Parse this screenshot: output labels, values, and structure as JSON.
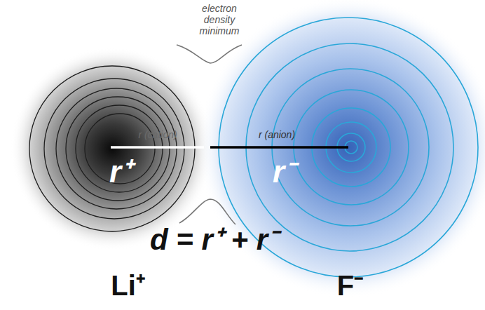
{
  "diagram": {
    "labels": [
      "electron density minimum",
      "r (cation)",
      "r (anion)",
      "r⁺",
      "r⁻",
      "d = r⁺ + r⁻",
      "Li⁺",
      "F⁻"
    ]
  }
}
